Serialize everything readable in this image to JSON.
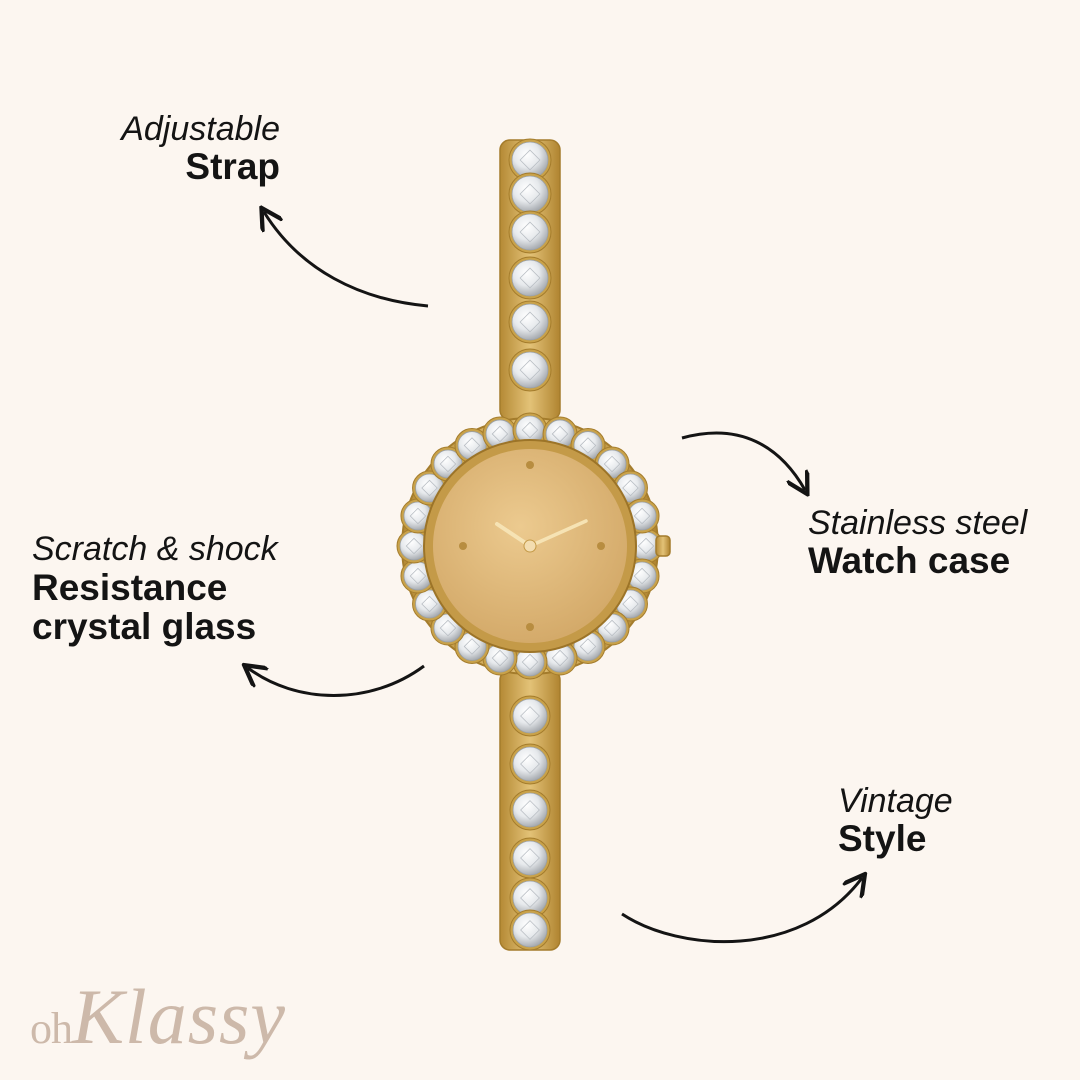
{
  "callouts": {
    "strap": {
      "line1": "Adjustable",
      "line2": "Strap"
    },
    "case": {
      "line1": "Stainless steel",
      "line2": "Watch case"
    },
    "glass": {
      "line1": "Scratch & shock",
      "line2": "Resistance",
      "line3": "crystal glass"
    },
    "style": {
      "line1": "Vintage",
      "line2": "Style"
    }
  },
  "brand": {
    "prefix": "oh",
    "name": "Klassy"
  },
  "colors": {
    "background": "#fcf6f0",
    "gold": "#c9a24a",
    "gold_dark": "#a47c2c",
    "dial": "#ddb677",
    "crystal": "#eceff2",
    "text": "#141414",
    "brand": "#cdb9aa"
  },
  "product": {
    "icon": "watch-icon"
  }
}
